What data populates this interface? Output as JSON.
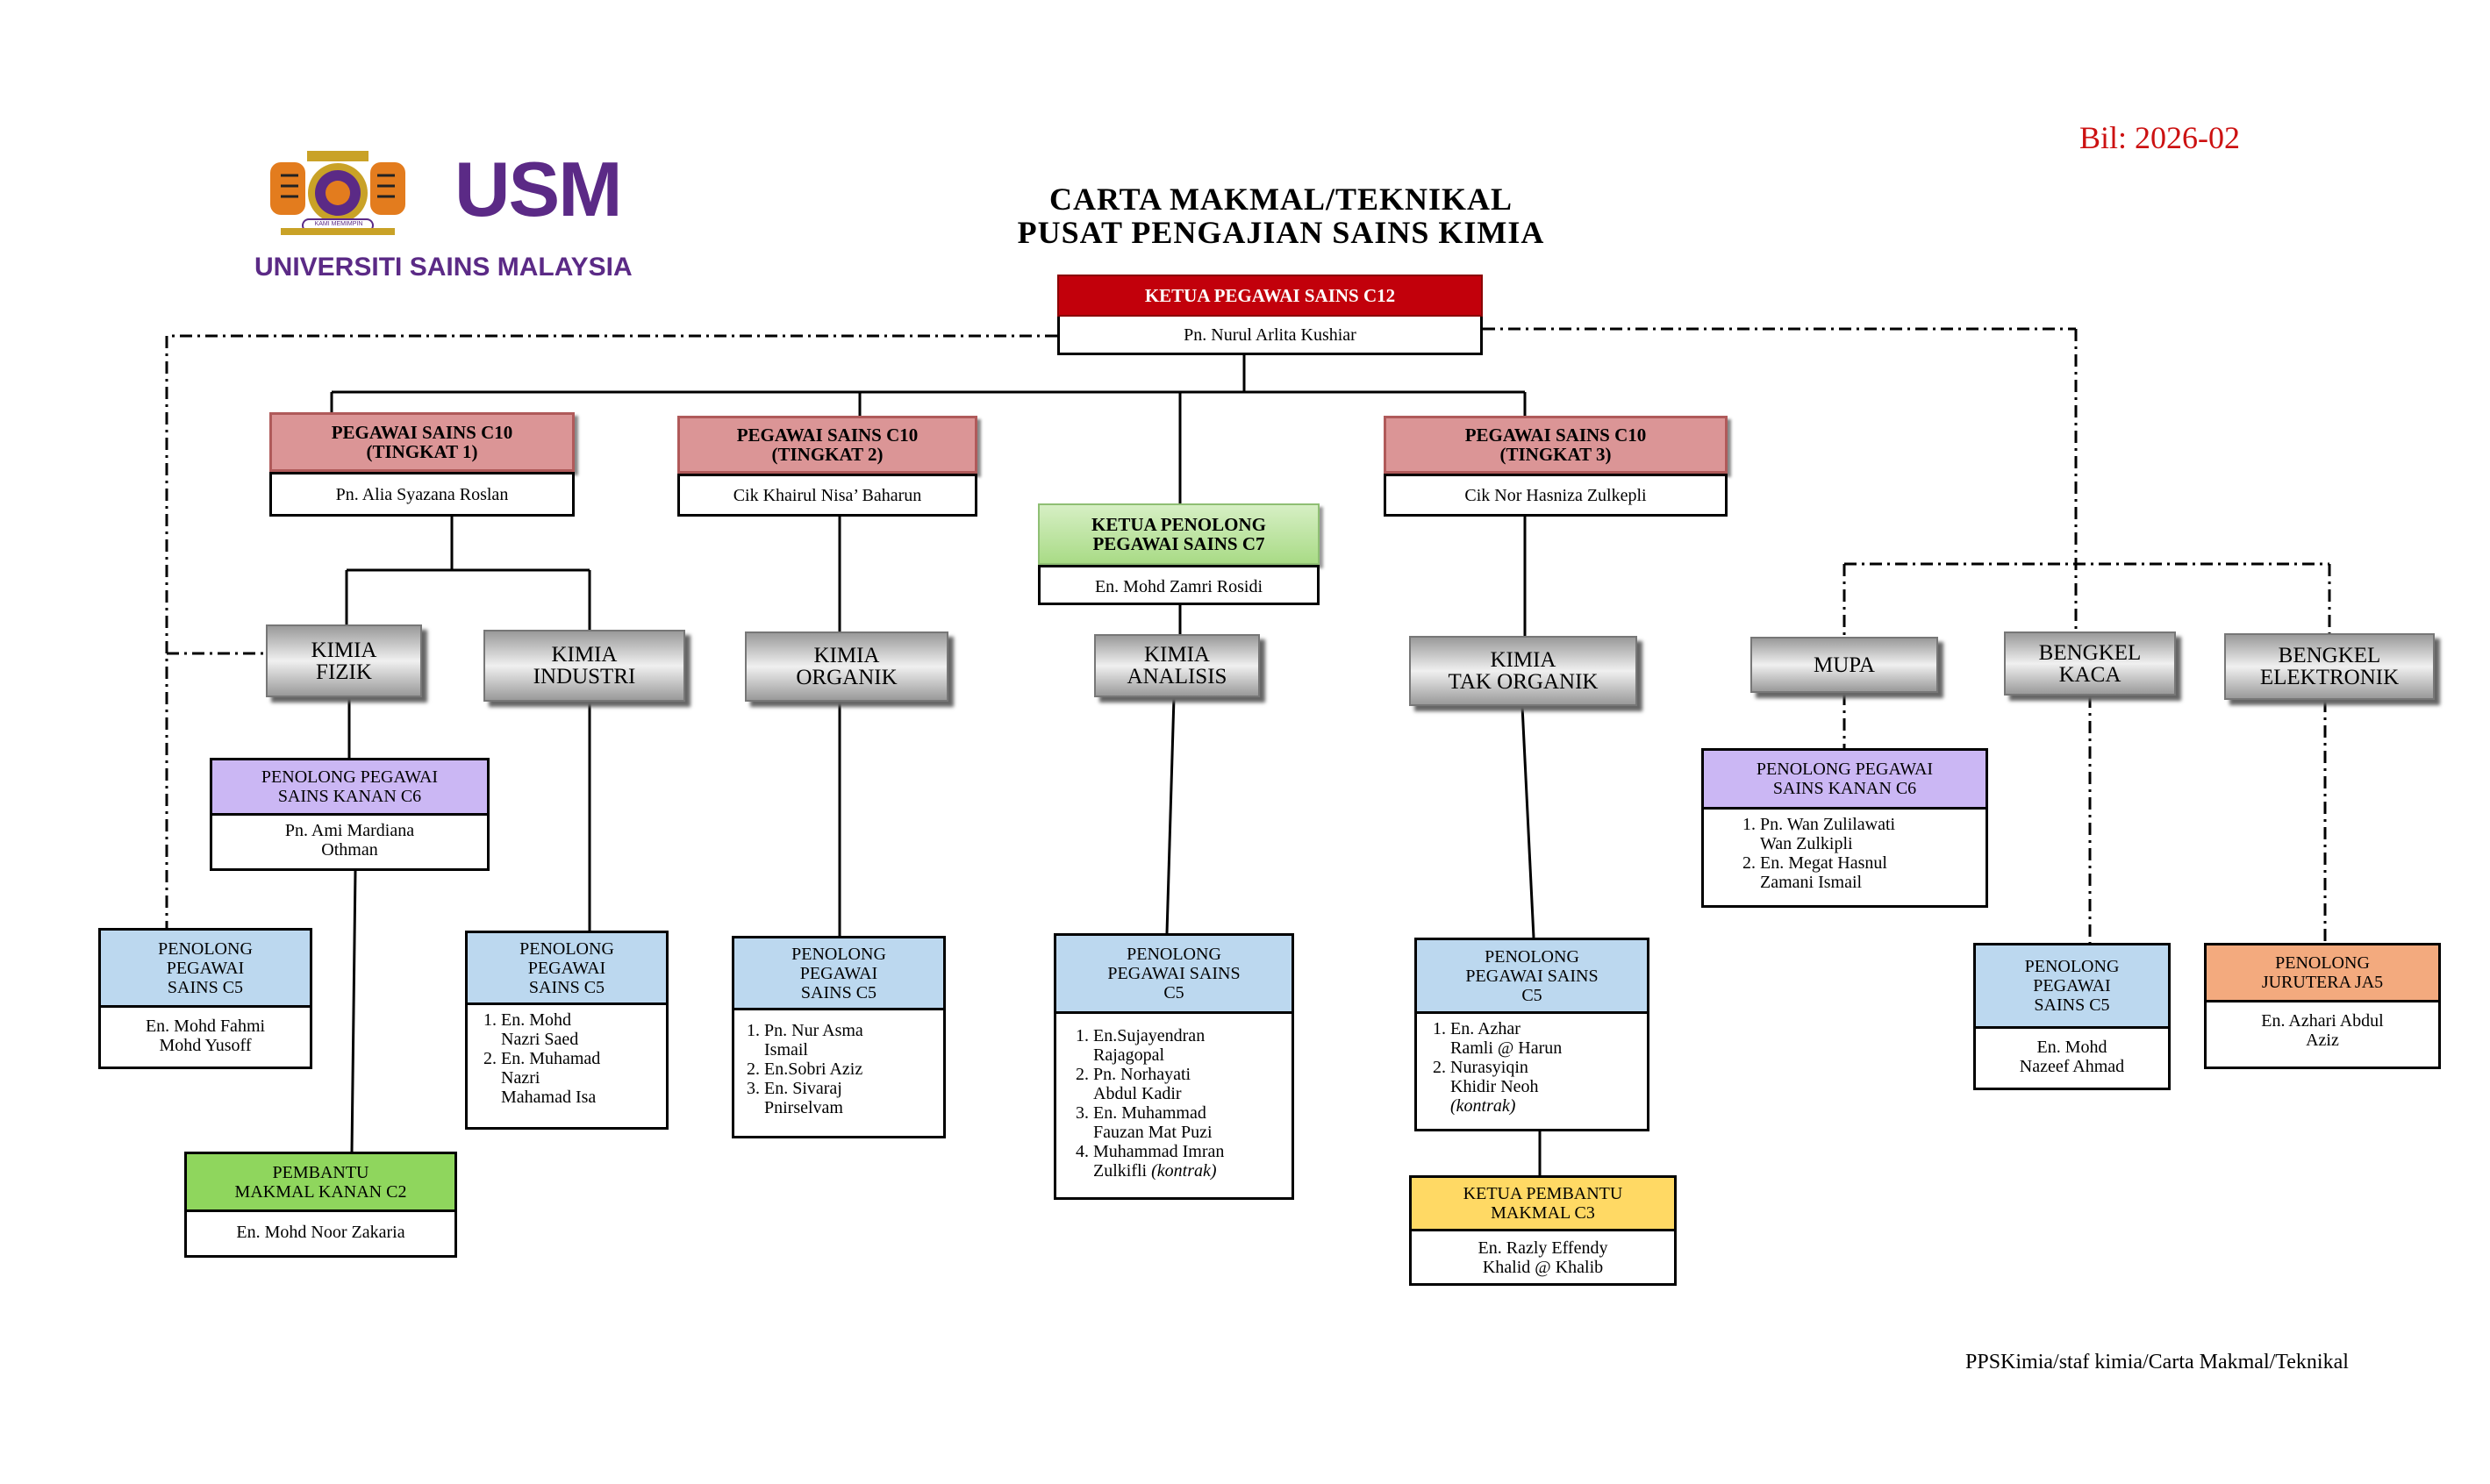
{
  "logo": {
    "acronym": "USM",
    "name": "UNIVERSITI SAINS MALAYSIA",
    "motto": "KAMI MEMIMPIN",
    "colors": {
      "brand": "#5b2a86",
      "accent": "#e37c1e"
    }
  },
  "bil": "Bil: 2026-02",
  "title": {
    "line1": "CARTA MAKMAL/TEKNIKAL",
    "line2": "PUSAT PENGAJIAN SAINS KIMIA"
  },
  "footer": "PPSKimia/staf kimia/Carta Makmal/Teknikal",
  "head": {
    "title": "KETUA PEGAWAI SAINS  C12",
    "name": "Pn. Nurul Arlita Kushiar"
  },
  "officers": [
    {
      "title1": "PEGAWAI SAINS C10",
      "title2": "(TINGKAT 1)",
      "name": "Pn. Alia Syazana Roslan"
    },
    {
      "title1": "PEGAWAI SAINS C10",
      "title2": "(TINGKAT 2)",
      "name": "Cik Khairul Nisa’ Baharun"
    },
    {
      "title1": "PEGAWAI SAINS C10",
      "title2": "(TINGKAT 3)",
      "name": "Cik Nor Hasniza Zulkepli"
    }
  ],
  "chief_assistant": {
    "title1": "KETUA PENOLONG",
    "title2": "PEGAWAI SAINS C7",
    "name": "En. Mohd Zamri Rosidi"
  },
  "units": {
    "fizik": {
      "l1": "KIMIA",
      "l2": "FIZIK"
    },
    "industri": {
      "l1": "KIMIA",
      "l2": "INDUSTRI"
    },
    "organik": {
      "l1": "KIMIA",
      "l2": "ORGANIK"
    },
    "analisis": {
      "l1": "KIMIA",
      "l2": "ANALISIS"
    },
    "takorganik": {
      "l1": "KIMIA",
      "l2": "TAK ORGANIK"
    },
    "mupa": {
      "l1": "MUPA"
    },
    "kaca": {
      "l1": "BENGKEL",
      "l2": "KACA"
    },
    "elektronik": {
      "l1": "BENGKEL",
      "l2": "ELEKTRONIK"
    }
  },
  "boxes": {
    "c6_fizik": {
      "t1": "PENOLONG PEGAWAI",
      "t2": "SAINS KANAN C6",
      "n1": "Pn. Ami Mardiana",
      "n2": "Othman"
    },
    "c5_left": {
      "t1": "PENOLONG",
      "t2": "PEGAWAI",
      "t3": "SAINS C5",
      "n1": "En. Mohd Fahmi",
      "n2": "Mohd Yusoff"
    },
    "c2": {
      "t1": "PEMBANTU",
      "t2": "MAKMAL KANAN C2",
      "n1": "En. Mohd Noor Zakaria"
    },
    "c5_industri": {
      "t1": "PENOLONG",
      "t2": "PEGAWAI",
      "t3": "SAINS C5",
      "items": [
        {
          "a": "En. Mohd",
          "b": "Nazri Saed"
        },
        {
          "a": "En. Muhamad",
          "b": "Nazri",
          "c": "Mahamad Isa"
        }
      ]
    },
    "c5_organik": {
      "t1": "PENOLONG",
      "t2": "PEGAWAI",
      "t3": "SAINS C5",
      "items": [
        {
          "a": "Pn. Nur Asma",
          "b": "Ismail"
        },
        {
          "a": "En.Sobri Aziz"
        },
        {
          "a": "En. Sivaraj",
          "b": "Pnirselvam"
        }
      ]
    },
    "c5_analisis": {
      "t1": "PENOLONG",
      "t2": "PEGAWAI SAINS",
      "t3": "C5",
      "items": [
        {
          "a": "En.Sujayendran",
          "b": "Rajagopal"
        },
        {
          "a": "Pn. Norhayati",
          "b": "Abdul Kadir"
        },
        {
          "a": "En. Muhammad",
          "b": "Fauzan Mat Puzi"
        },
        {
          "a": "Muhammad Imran",
          "b": "Zulkifli",
          "note": "(kontrak)"
        }
      ]
    },
    "c5_takorganik": {
      "t1": "PENOLONG",
      "t2": "PEGAWAI SAINS",
      "t3": "C5",
      "items": [
        {
          "a": "En. Azhar",
          "b": "Ramli @ Harun"
        },
        {
          "a": "Nurasyiqin",
          "b": "Khidir Neoh",
          "note": "(kontrak)"
        }
      ]
    },
    "c3": {
      "t1": "KETUA PEMBANTU",
      "t2": "MAKMAL C3",
      "n1": "En. Razly Effendy",
      "n2": "Khalid @ Khalib"
    },
    "c6_mupa": {
      "t1": "PENOLONG PEGAWAI",
      "t2": "SAINS KANAN C6",
      "items": [
        {
          "a": "Pn. Wan Zulilawati",
          "b": "Wan Zulkipli"
        },
        {
          "a": "En. Megat Hasnul",
          "b": "Zamani Ismail"
        }
      ]
    },
    "c5_kaca": {
      "t1": "PENOLONG",
      "t2": "PEGAWAI",
      "t3": "SAINS C5",
      "n1": "En. Mohd",
      "n2": "Nazeef  Ahmad"
    },
    "ja5": {
      "t1": "PENOLONG",
      "t2": "JURUTERA JA5",
      "n1": "En. Azhari Abdul",
      "n2": "Aziz"
    }
  }
}
